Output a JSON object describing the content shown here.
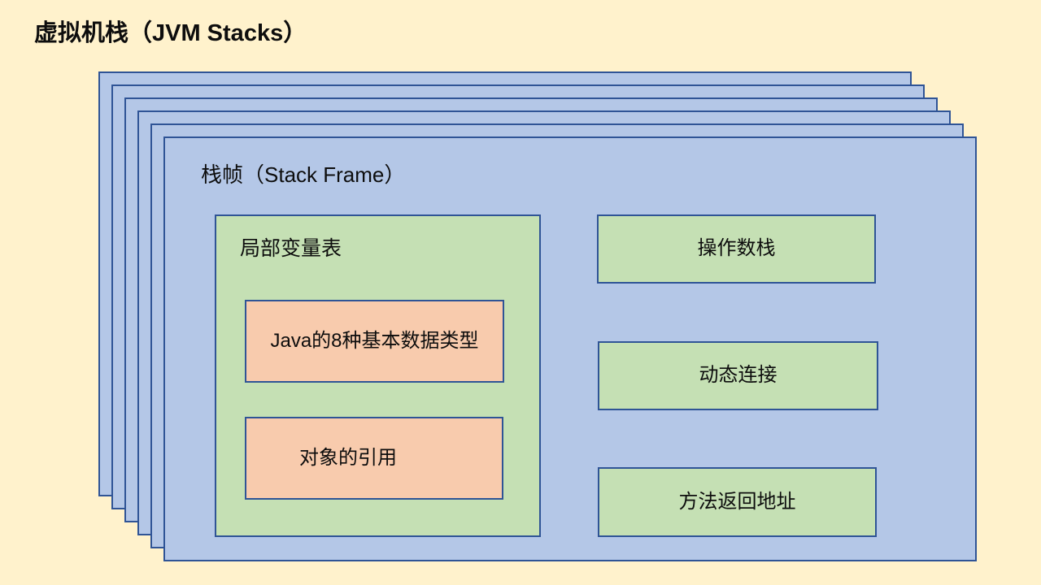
{
  "title": "虚拟机栈（JVM Stacks）",
  "colors": {
    "background": "#FFF2CC",
    "frame_fill": "#B4C7E7",
    "frame_border": "#2F5496",
    "green_fill": "#C5E0B4",
    "orange_fill": "#F8CBAD",
    "text": "#0D0D0D"
  },
  "stack": {
    "layer_count": 6,
    "frame": {
      "label": "栈帧（Stack Frame）",
      "local_variable_table": {
        "label": "局部变量表",
        "items": [
          {
            "label": "Java的8种基本数据类型"
          },
          {
            "label": "对象的引用"
          }
        ]
      },
      "right_boxes": [
        {
          "label": "操作数栈"
        },
        {
          "label": "动态连接"
        },
        {
          "label": "方法返回地址"
        }
      ]
    }
  }
}
